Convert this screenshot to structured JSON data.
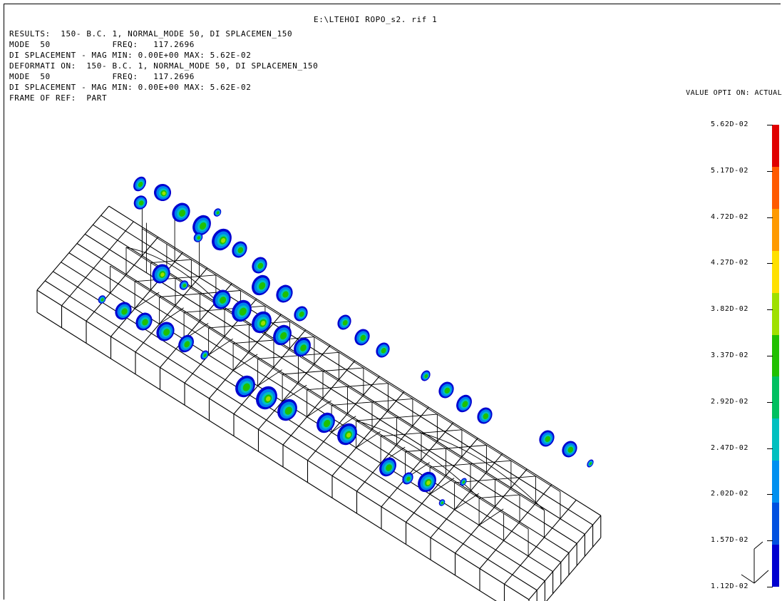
{
  "header": {
    "title": "E:\\LTEHOI ROPO_s2. rif 1",
    "lines": [
      "RESULTS:  150- B.C. 1, NORMAL_MODE 50, DI SPLACEMEN_150",
      "MODE  50            FREQ:   117.2696",
      "DI SPLACEMENT - MAG MIN: 0.00E+00 MAX: 5.62E-02",
      "DEFORMATI ON:  150- B.C. 1, NORMAL_MODE 50, DI SPLACEMEN_150",
      "MODE  50            FREQ:   117.2696",
      "DI SPLACEMENT - MAG MIN: 0.00E+00 MAX: 5.62E-02",
      "FRAME OF REF:  PART"
    ]
  },
  "legend": {
    "value_option": "VALUE OPTI ON: ACTUAL",
    "labels": [
      "5.62D-02",
      "5.17D-02",
      "4.72D-02",
      "4.27D-02",
      "3.82D-02",
      "3.37D-02",
      "2.92D-02",
      "2.47D-02",
      "2.02D-02",
      "1.57D-02",
      "1.12D-02"
    ],
    "colors": [
      "#e00000",
      "#ff5a00",
      "#ff9a00",
      "#ffe000",
      "#9fe000",
      "#20c000",
      "#00c060",
      "#00c0c0",
      "#0090f0",
      "#0050e0",
      "#0000d0"
    ]
  },
  "icons": {
    "axis_triad": "axis-triad-icon"
  }
}
